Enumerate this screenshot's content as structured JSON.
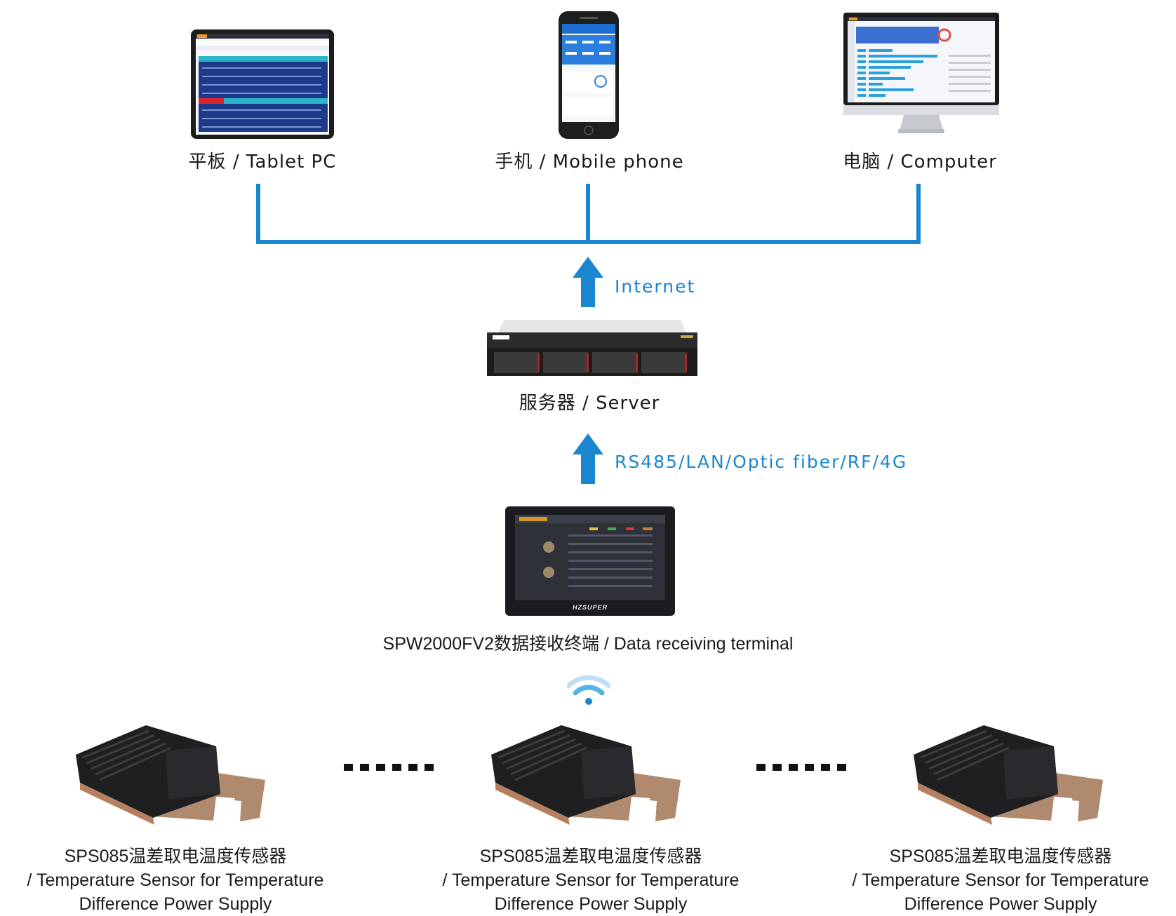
{
  "devices": {
    "tablet": {
      "label": "平板 / Tablet PC"
    },
    "phone": {
      "label": "手机 / Mobile phone"
    },
    "computer": {
      "label": "电脑 / Computer"
    }
  },
  "links": {
    "internet": "Internet",
    "field_bus": "RS485/LAN/Optic fiber/RF/4G"
  },
  "server": {
    "label": "服务器 / Server"
  },
  "terminal": {
    "label": "SPW2000FV2数据接收终端 / Data receiving terminal",
    "brand": "HZSUPER"
  },
  "sensors": [
    {
      "line1": "SPS085温差取电温度传感器",
      "line2": "/ Temperature Sensor for Temperature",
      "line3": "Difference Power Supply"
    },
    {
      "line1": "SPS085温差取电温度传感器",
      "line2": "/ Temperature Sensor for Temperature",
      "line3": "Difference Power Supply"
    },
    {
      "line1": "SPS085温差取电温度传感器",
      "line2": "/ Temperature Sensor for Temperature",
      "line3": "Difference Power Supply"
    }
  ],
  "colors": {
    "accent": "#1a86cf",
    "line": "#1a86cf",
    "text": "#1a1a1a"
  }
}
